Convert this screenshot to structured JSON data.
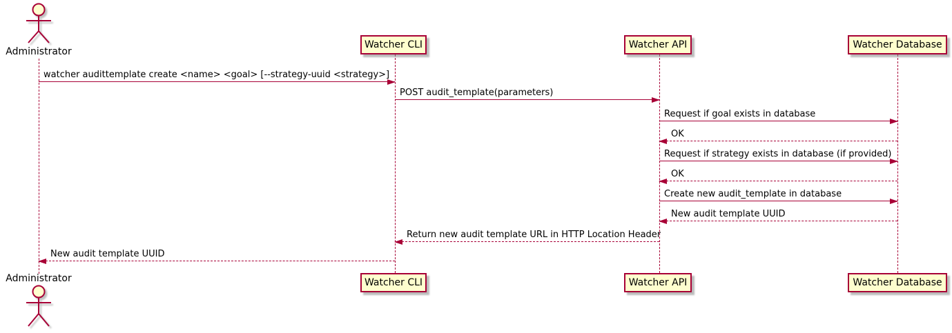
{
  "diagram_type": "uml-sequence-diagram",
  "actor": {
    "name": "Administrator"
  },
  "participants": [
    {
      "id": "watcher-cli",
      "label": "Watcher CLI"
    },
    {
      "id": "watcher-api",
      "label": "Watcher API"
    },
    {
      "id": "watcher-database",
      "label": "Watcher Database"
    }
  ],
  "messages": [
    {
      "from": "Administrator",
      "to": "Watcher CLI",
      "text": "watcher audittemplate create <name> <goal> [--strategy-uuid <strategy>]",
      "line": "solid",
      "direction": "right"
    },
    {
      "from": "Watcher CLI",
      "to": "Watcher API",
      "text": "POST audit_template(parameters)",
      "line": "solid",
      "direction": "right"
    },
    {
      "from": "Watcher API",
      "to": "Watcher Database",
      "text": "Request if goal exists in database",
      "line": "solid",
      "direction": "right"
    },
    {
      "from": "Watcher Database",
      "to": "Watcher API",
      "text": "OK",
      "line": "dashed",
      "direction": "left"
    },
    {
      "from": "Watcher API",
      "to": "Watcher Database",
      "text": "Request if strategy exists in database (if provided)",
      "line": "solid",
      "direction": "right"
    },
    {
      "from": "Watcher Database",
      "to": "Watcher API",
      "text": "OK",
      "line": "dashed",
      "direction": "left"
    },
    {
      "from": "Watcher API",
      "to": "Watcher Database",
      "text": "Create new audit_template in database",
      "line": "solid",
      "direction": "right"
    },
    {
      "from": "Watcher Database",
      "to": "Watcher API",
      "text": "New audit template UUID",
      "line": "dashed",
      "direction": "left"
    },
    {
      "from": "Watcher API",
      "to": "Watcher CLI",
      "text": "Return new audit template URL in HTTP Location Header",
      "line": "dashed",
      "direction": "left"
    },
    {
      "from": "Watcher CLI",
      "to": "Administrator",
      "text": "New audit template UUID",
      "line": "dashed",
      "direction": "left"
    }
  ],
  "colors": {
    "line": "#A80036",
    "participant_fill": "#FEFECE",
    "text": "#000000",
    "background": "#FFFFFF",
    "shadow": "#828282"
  }
}
